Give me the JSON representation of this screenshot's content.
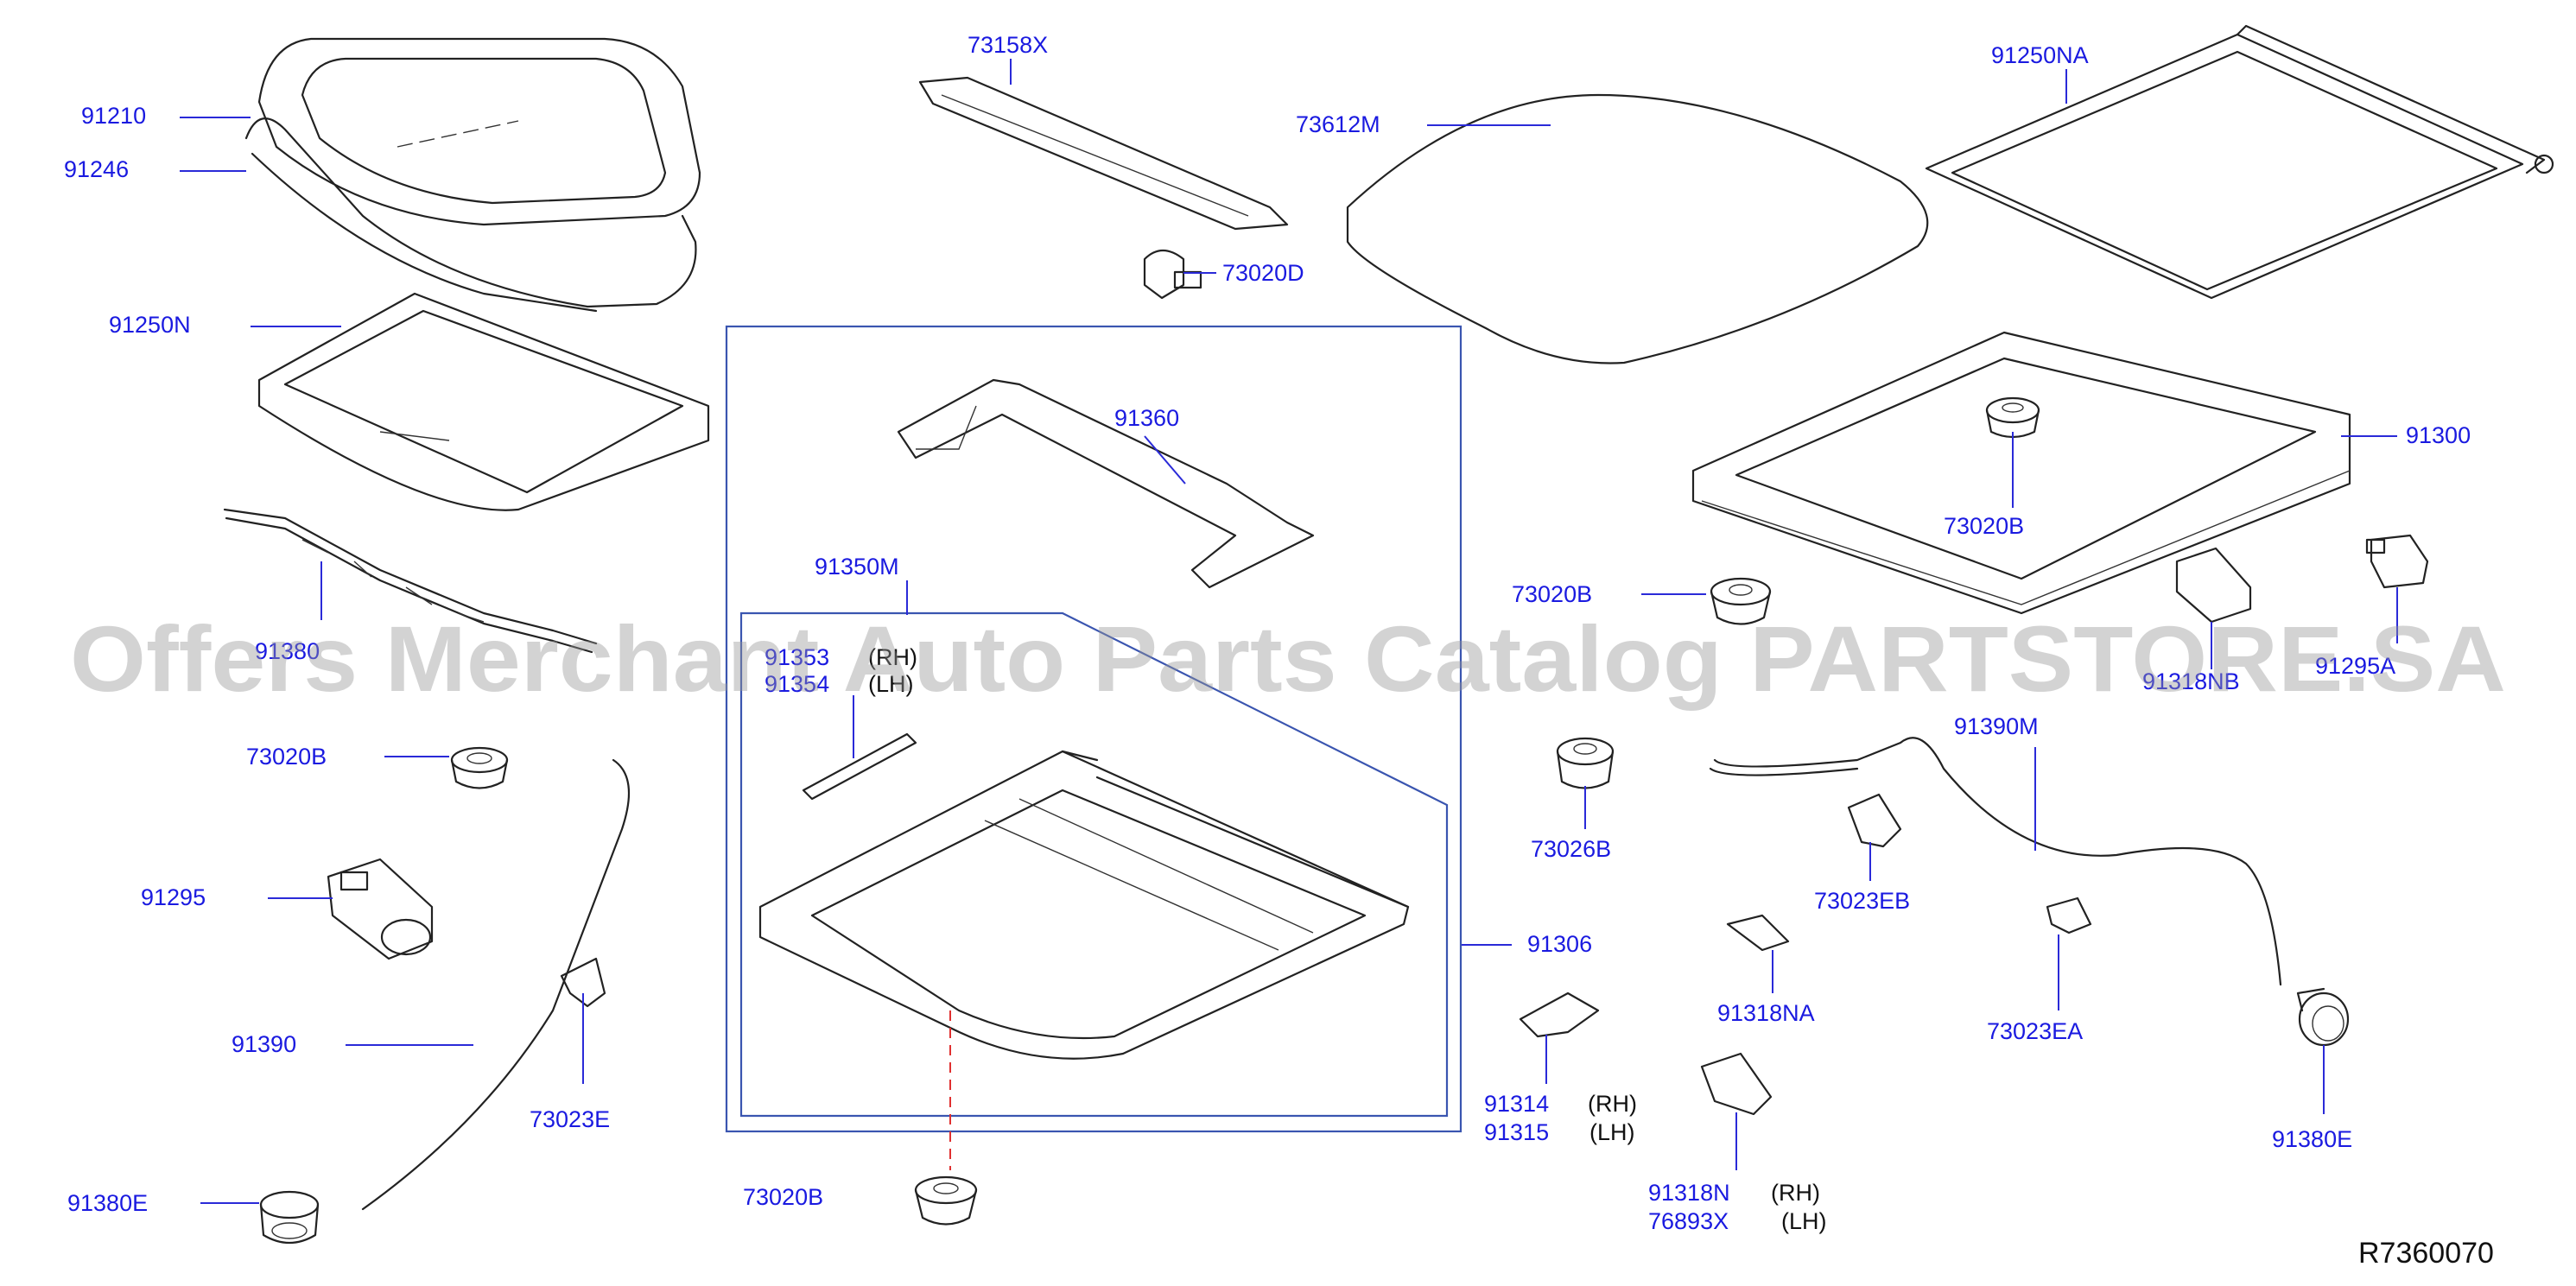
{
  "diagram": {
    "reference_code": "R7360070",
    "watermark": "Offers Merchant Auto Parts Catalog PARTSTORE.SA",
    "part_numbers": [
      "91210",
      "91246",
      "91250N",
      "91380",
      "73020B",
      "91295",
      "91390",
      "73023E",
      "91380E",
      "73158X",
      "73020D",
      "91360",
      "91350M",
      "91353",
      "91354",
      "(RH)",
      "(LH)",
      "73020B",
      "73612M",
      "91306",
      "91250NA",
      "91300",
      "73020B",
      "73020B",
      "91295A",
      "91318NB",
      "73026B",
      "91390M",
      "73023EB",
      "91318NA",
      "73023EA",
      "91314",
      "(RH)",
      "91315",
      "(LH)",
      "91318N",
      "(RH)",
      "76893X",
      "(LH)",
      "91380E"
    ],
    "colors": {
      "label": "#1a1ae0",
      "frame_box": "#3a55b0",
      "part_line": "#222222",
      "center_line": "#e03030"
    }
  }
}
